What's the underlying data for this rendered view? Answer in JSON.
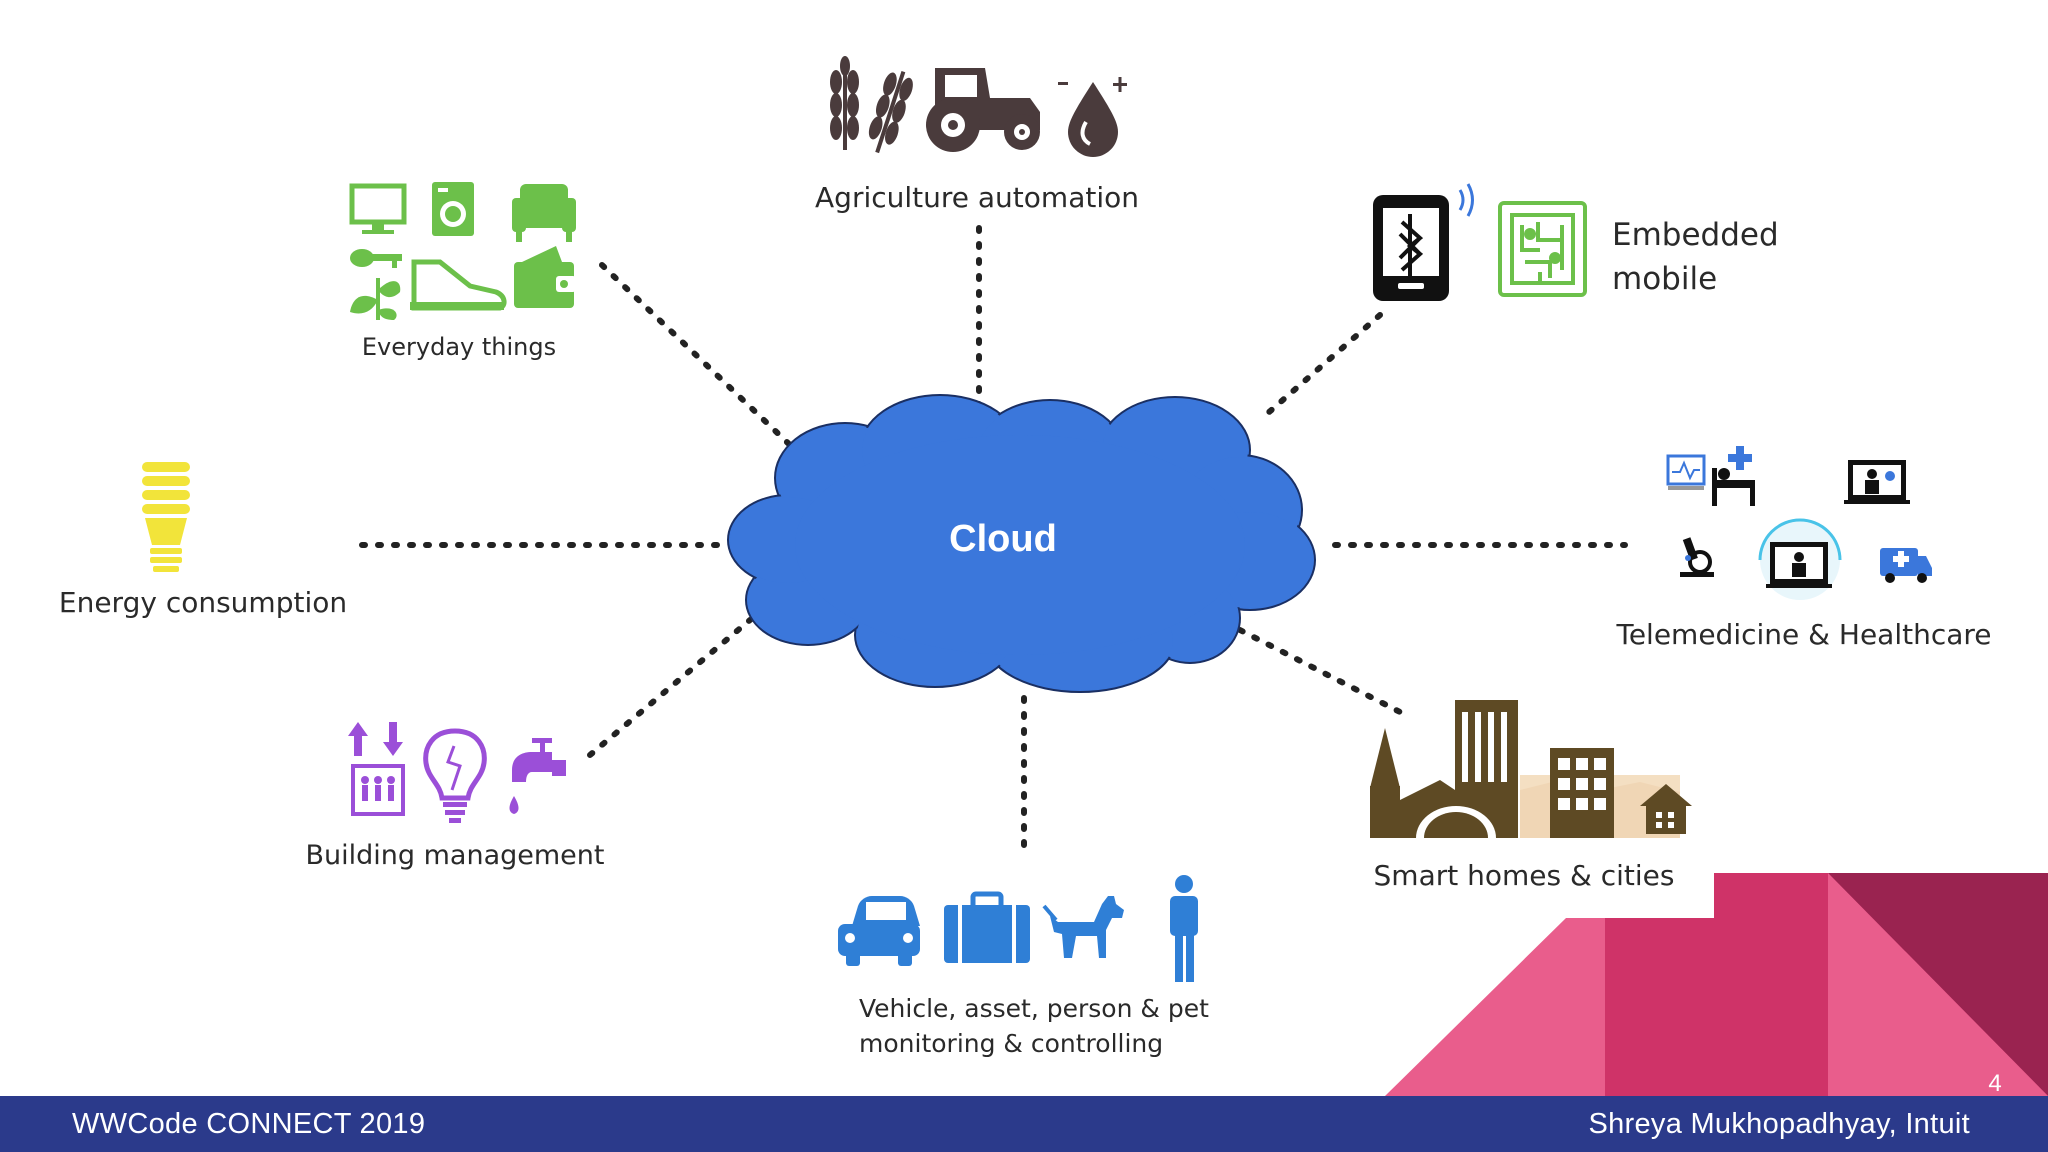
{
  "slide": {
    "center_label": "Cloud",
    "page_number": "4"
  },
  "nodes": {
    "agriculture": "Agriculture automation",
    "everyday": "Everyday things",
    "embedded_line1": "Embedded",
    "embedded_line2": "mobile",
    "energy": "Energy consumption",
    "telemedicine": "Telemedicine & Healthcare",
    "building": "Building management",
    "smart_cities": "Smart homes & cities",
    "vehicle_line1": "Vehicle, asset, person & pet",
    "vehicle_line2": "monitoring & controlling"
  },
  "footer": {
    "left": "WWCode CONNECT 2019",
    "right": "Shreya Mukhopadhyay, Intuit"
  },
  "colors": {
    "cloud": "#3b77db",
    "agriculture_icons": "#4a3b3c",
    "everyday_icons": "#6cc04a",
    "energy_icon": "#f2e43a",
    "building_icons": "#9b4fd8",
    "vehicle_icons": "#2f7fd6",
    "smart_cities_icons": "#5e4a24",
    "footer_bg": "#2b3a8b",
    "accent_pink": "#e95d8c",
    "accent_magenta": "#cf3368",
    "accent_wine": "#9a2350"
  }
}
